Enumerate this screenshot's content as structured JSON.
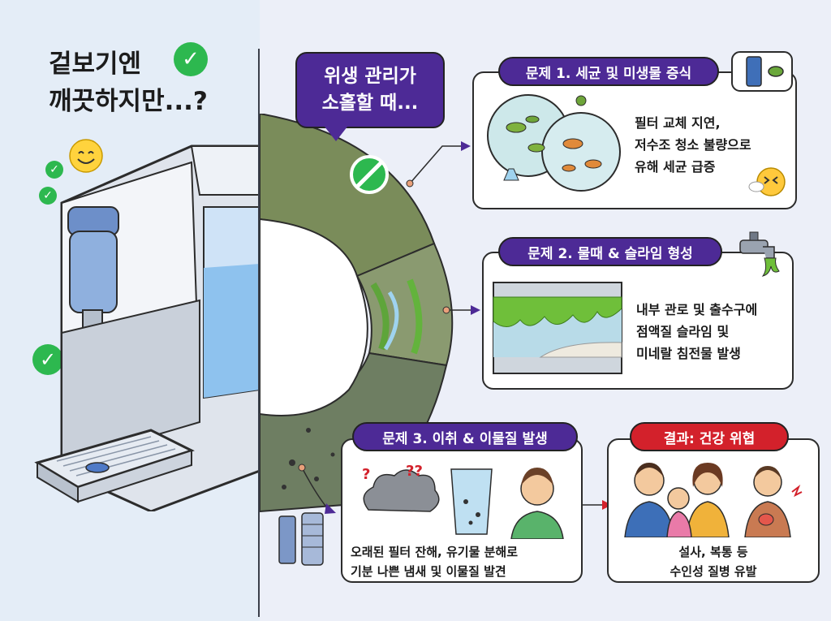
{
  "headline": {
    "line1": "겉보기엔",
    "line2": "깨끗하지만...?"
  },
  "bubble": {
    "line1": "위생 관리가",
    "line2": "소홀할 때..."
  },
  "problems": [
    {
      "title": "문제 1. 세균 및 미생물 증식",
      "desc": [
        "필터 교체 지연,",
        "저수조 청소 불량으로",
        "유해 세균 급증"
      ]
    },
    {
      "title": "문제 2. 물때 & 슬라임 형성",
      "desc": [
        "내부 관로 및 출수구에",
        "점액질 슬라임 및",
        "미네랄 침전물 발생"
      ]
    },
    {
      "title": "문제 3. 이취 & 이물질 발생",
      "desc": [
        "오래된 필터 잔해, 유기물 분해로",
        "기분 나쁜 냄새 및 이물질 발견"
      ]
    }
  ],
  "result": {
    "title": "결과: 건강 위협",
    "desc": [
      "설사, 복통 등",
      "수인성 질병 유발"
    ]
  },
  "colors": {
    "accent_purple": "#4d2a96",
    "alert_red": "#d3212b",
    "check_green": "#2db84f"
  }
}
